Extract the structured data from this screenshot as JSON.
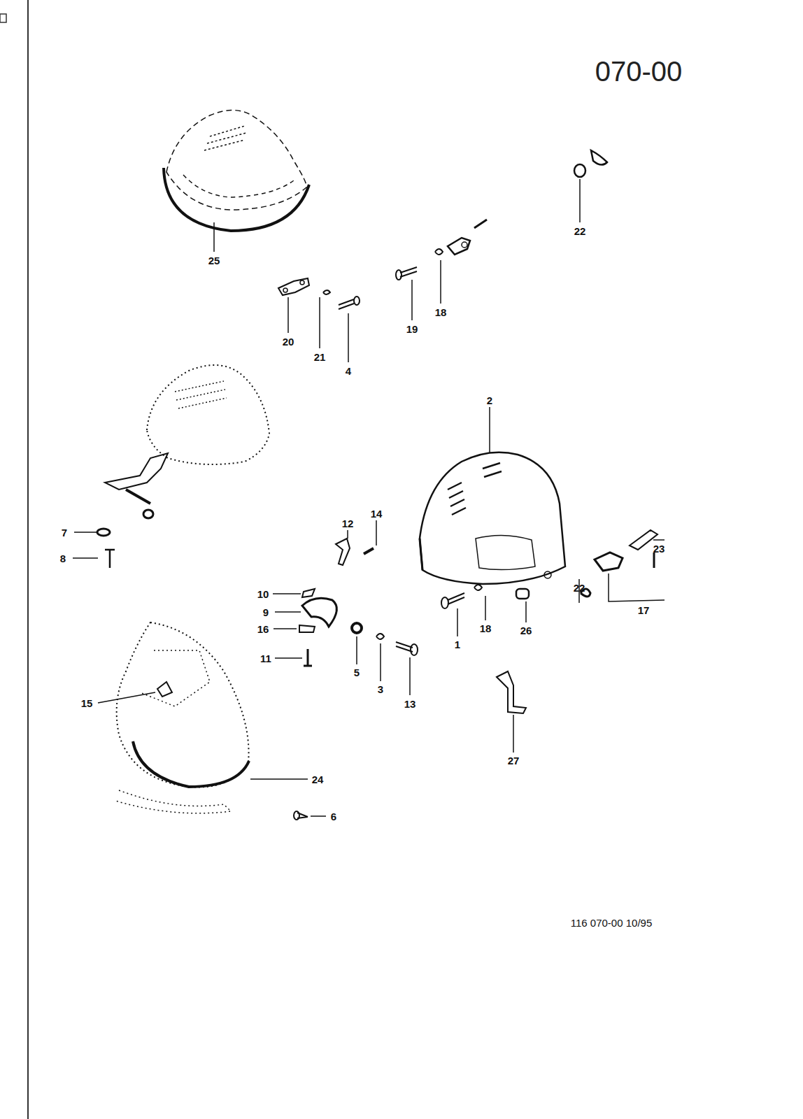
{
  "diagram": {
    "title": "070-00",
    "labels": [
      "22",
      "25",
      "20",
      "21",
      "4",
      "19",
      "18",
      "2",
      "12",
      "14",
      "7",
      "8",
      "10",
      "9",
      "16",
      "11",
      "5",
      "3",
      "13",
      "1",
      "18",
      "26",
      "22",
      "23",
      "17",
      "27",
      "15",
      "24",
      "6",
      "116 070-00 10/95"
    ]
  }
}
